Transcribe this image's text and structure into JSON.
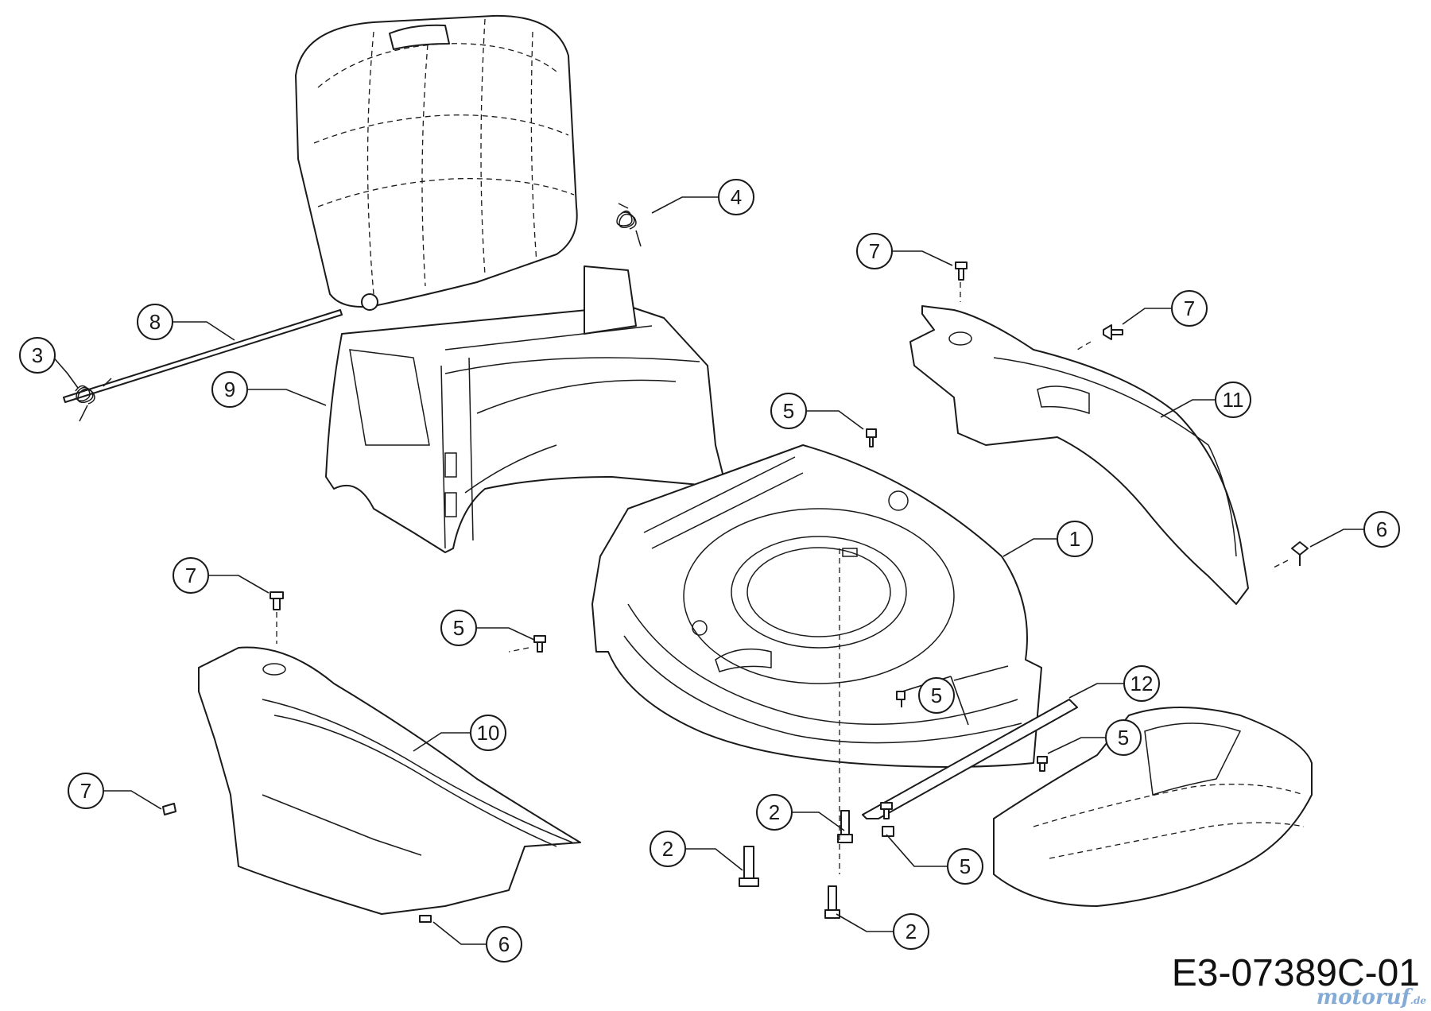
{
  "diagram": {
    "drawing_code": "E3-07389C-01",
    "watermark": {
      "brand": "motoruf",
      "suffix": ".de"
    },
    "callouts": [
      {
        "id": "c4",
        "label": "4"
      },
      {
        "id": "c7a",
        "label": "7"
      },
      {
        "id": "c7b",
        "label": "7"
      },
      {
        "id": "c8",
        "label": "8"
      },
      {
        "id": "c3",
        "label": "3"
      },
      {
        "id": "c9",
        "label": "9"
      },
      {
        "id": "c11",
        "label": "11"
      },
      {
        "id": "c5a",
        "label": "5"
      },
      {
        "id": "c6a",
        "label": "6"
      },
      {
        "id": "c1",
        "label": "1"
      },
      {
        "id": "c7c",
        "label": "7"
      },
      {
        "id": "c5b",
        "label": "5"
      },
      {
        "id": "c12",
        "label": "12"
      },
      {
        "id": "c5c",
        "label": "5"
      },
      {
        "id": "c5d",
        "label": "5"
      },
      {
        "id": "c10",
        "label": "10"
      },
      {
        "id": "c7d",
        "label": "7"
      },
      {
        "id": "c2a",
        "label": "2"
      },
      {
        "id": "c2b",
        "label": "2"
      },
      {
        "id": "c5e",
        "label": "5"
      },
      {
        "id": "c2c",
        "label": "2"
      },
      {
        "id": "c6b",
        "label": "6"
      }
    ]
  }
}
